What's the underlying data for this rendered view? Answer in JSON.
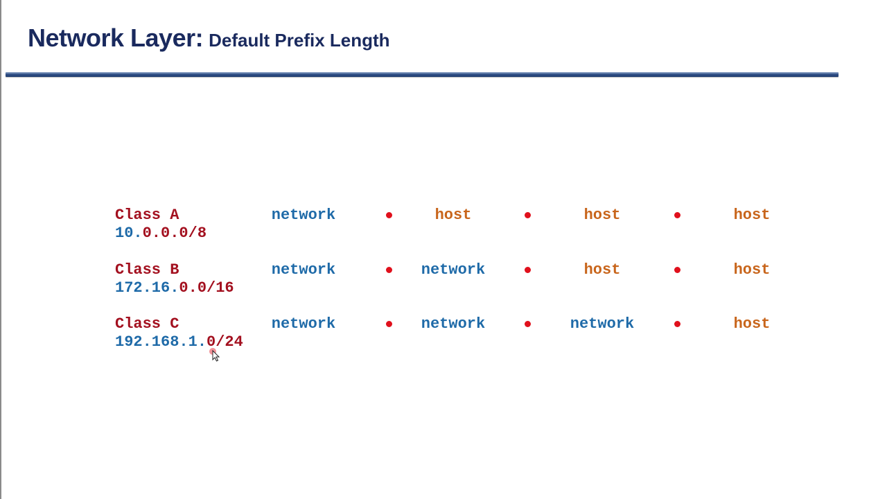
{
  "title": {
    "main": "Network Layer:",
    "sub": "Default Prefix Length"
  },
  "rows": [
    {
      "class_label": "Class A",
      "address_blue": "10.",
      "address_red": "0.0.0/8",
      "octets": [
        "network",
        "host",
        "host",
        "host"
      ]
    },
    {
      "class_label": "Class B",
      "address_blue": "172.16.",
      "address_red": "0.0/16",
      "octets": [
        "network",
        "network",
        "host",
        "host"
      ]
    },
    {
      "class_label": "Class C",
      "address_blue": "192.168.1.",
      "address_red": "0/24",
      "octets": [
        "network",
        "network",
        "network",
        "host"
      ]
    }
  ],
  "colors": {
    "class_label": "#a3101f",
    "network": "#1e6aa8",
    "host": "#c8651b",
    "separator_dot": "#e0101c",
    "title": "#1a2a5e"
  }
}
